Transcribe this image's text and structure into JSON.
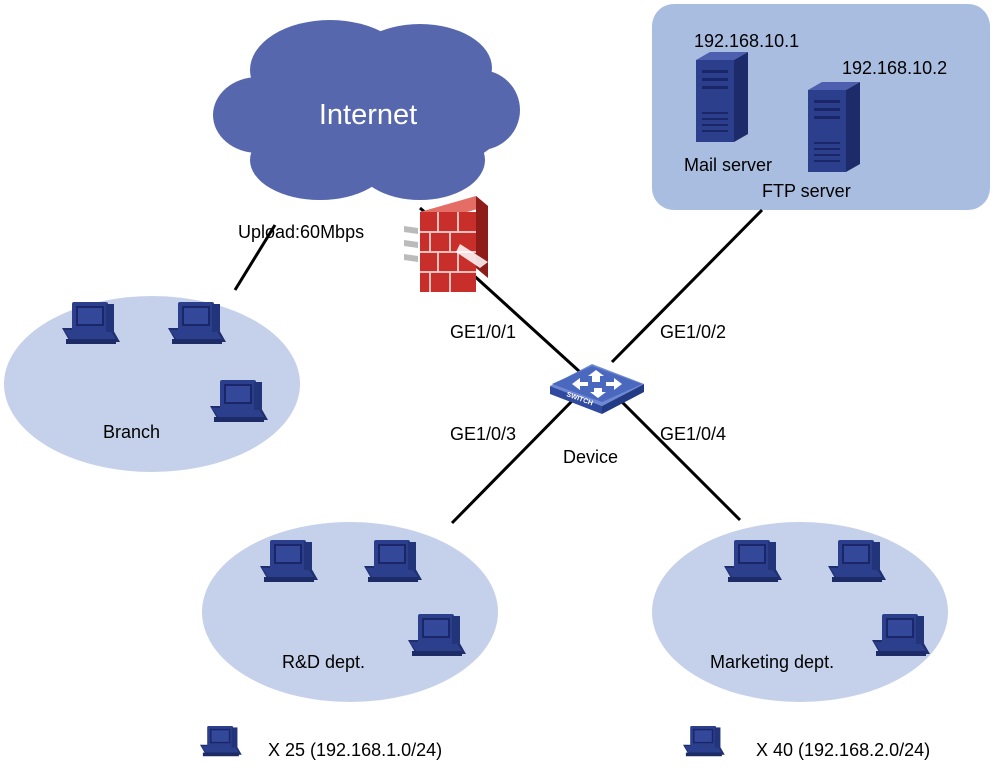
{
  "internet": {
    "label": "Internet",
    "icon": "cloud-icon"
  },
  "branch_link": {
    "label": "Upload:60Mbps"
  },
  "firewall": {
    "icon": "firewall-icon"
  },
  "device": {
    "label": "Device",
    "icon": "switch-icon",
    "icon_text": "SWITCH"
  },
  "ports": {
    "p1": "GE1/0/1",
    "p2": "GE1/0/2",
    "p3": "GE1/0/3",
    "p4": "GE1/0/4"
  },
  "servers": {
    "mail": {
      "ip": "192.168.10.1",
      "name": "Mail server"
    },
    "ftp": {
      "ip": "192.168.10.2",
      "name": "FTP server"
    }
  },
  "groups": {
    "branch": "Branch",
    "rd": "R&D dept.",
    "marketing": "Marketing dept."
  },
  "legend": {
    "rd": "X 25 (192.168.1.0/24)",
    "marketing": "X 40 (192.168.2.0/24)"
  },
  "colors": {
    "cloud": "#5767ad",
    "ellipse": "#c5d1ea",
    "server_zone": "#a9bde0",
    "pc": "#2b3f8c",
    "switch": "#4a68bd",
    "firewall": "#c92f2a"
  }
}
